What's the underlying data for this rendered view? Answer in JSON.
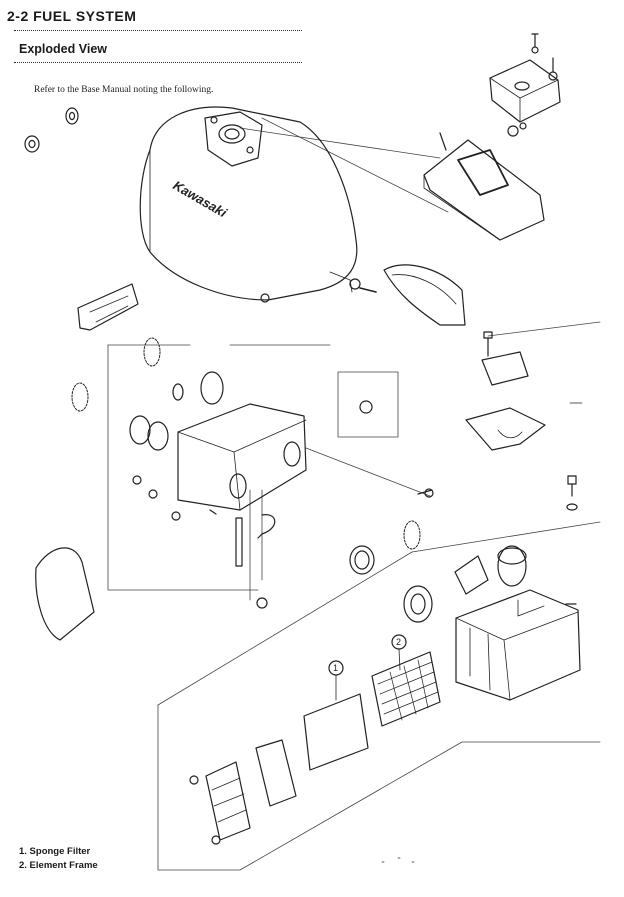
{
  "header": {
    "section_title": "2-2 FUEL SYSTEM",
    "subsection_title": "Exploded View"
  },
  "note": "Refer to the Base Manual noting the following.",
  "diagram": {
    "tank_brand": "Kawasaki",
    "callouts": [
      "1",
      "2"
    ]
  },
  "legend": [
    "1. Sponge Filter",
    "2. Element Frame"
  ]
}
